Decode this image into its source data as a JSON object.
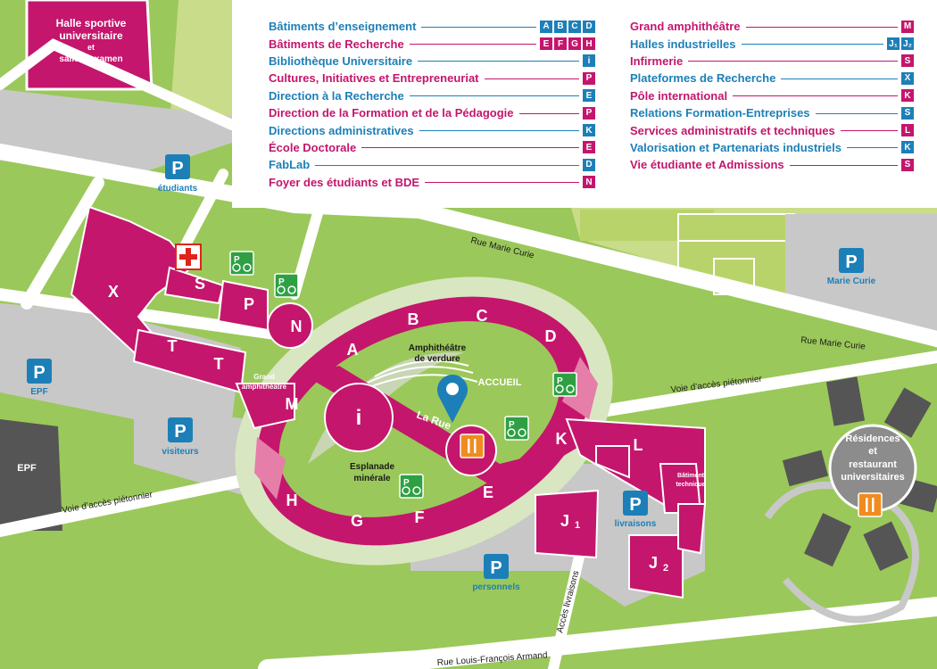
{
  "legend": {
    "left": [
      {
        "name": "Bâtiments d’enseignement",
        "codes": [
          "A",
          "B",
          "C",
          "D"
        ],
        "color": "blue"
      },
      {
        "name": "Bâtiments de Recherche",
        "codes": [
          "E",
          "F",
          "G",
          "H"
        ],
        "color": "pink"
      },
      {
        "name": "Bibliothèque Universitaire",
        "codes": [
          "i"
        ],
        "color": "blue"
      },
      {
        "name": "Cultures, Initiatives et Entrepreneuriat",
        "codes": [
          "P"
        ],
        "color": "pink"
      },
      {
        "name": "Direction à la Recherche",
        "codes": [
          "E"
        ],
        "color": "blue"
      },
      {
        "name": "Direction de la Formation et de la Pédagogie",
        "codes": [
          "P"
        ],
        "color": "pink"
      },
      {
        "name": "Directions administratives",
        "codes": [
          "K"
        ],
        "color": "blue"
      },
      {
        "name": "École Doctorale",
        "codes": [
          "E"
        ],
        "color": "pink"
      },
      {
        "name": "FabLab",
        "codes": [
          "D"
        ],
        "color": "blue"
      },
      {
        "name": "Foyer des étudiants et BDE",
        "codes": [
          "N"
        ],
        "color": "pink"
      }
    ],
    "right": [
      {
        "name": "Grand amphithéâtre",
        "codes": [
          "M"
        ],
        "color": "pink"
      },
      {
        "name": "Halles industrielles",
        "codes": [
          "J₁",
          "J₂"
        ],
        "color": "blue"
      },
      {
        "name": "Infirmerie",
        "codes": [
          "S"
        ],
        "color": "pink"
      },
      {
        "name": "Plateformes de Recherche",
        "codes": [
          "X"
        ],
        "color": "blue"
      },
      {
        "name": "Pôle international",
        "codes": [
          "K"
        ],
        "color": "pink"
      },
      {
        "name": "Relations Formation-Entreprises",
        "codes": [
          "S"
        ],
        "color": "blue"
      },
      {
        "name": "Services administratifs et techniques",
        "codes": [
          "L"
        ],
        "color": "pink"
      },
      {
        "name": "Valorisation et Partenariats industriels",
        "codes": [
          "K"
        ],
        "color": "blue"
      },
      {
        "name": "Vie étudiante et Admissions",
        "codes": [
          "S"
        ],
        "color": "pink"
      }
    ]
  },
  "colors": {
    "blue": "#1d7fb8",
    "pink": "#c4166c",
    "light_pink": "#e57ea8",
    "grass": "#9bc85a",
    "light_grass": "#c9dc8a",
    "road": "#ffffff",
    "lot": "#c8c8c8",
    "dark_lot": "#555555",
    "food": "#f08c1e",
    "bike": "#2ea043",
    "first_aid": "#e2231a"
  },
  "labels": {
    "halle_line1": "Halle sportive",
    "halle_line2": "universitaire",
    "halle_line3": "et",
    "halle_line4": "salle d’examen",
    "parking_etudiants": "étudiants",
    "parking_marie_curie": "Marie Curie",
    "parking_epf": "EPF",
    "parking_visiteurs": "visiteurs",
    "parking_livraisons": "livraisons",
    "parking_personnels": "personnels",
    "epf": "EPF",
    "rue_marie_curie_1": "Rue Marie Curie",
    "rue_marie_curie_2": "Rue Marie Curie",
    "voie_acces_1": "Voie d’accès piétonnier",
    "voie_acces_2": "Voie d’accès piétonnier",
    "acces_livraisons": "Accès livraisons",
    "rue_armand": "Rue Louis-François Armand",
    "amphi_verdure_1": "Amphithéâtre",
    "amphi_verdure_2": "de verdure",
    "accueil": "ACCUEIL",
    "la_rue": "La Rue",
    "esplanade_1": "Esplanade",
    "esplanade_2": "minérale",
    "grand_amphi_1": "Grand",
    "grand_amphi_2": "amphithéâtre",
    "batiment_tech_1": "Bâtiment",
    "batiment_tech_2": "technique",
    "residences_1": "Résidences",
    "residences_2": "et",
    "residences_3": "restaurant",
    "residences_4": "universitaires",
    "p_letter": "P"
  },
  "buildings": {
    "X": "X",
    "S": "S",
    "P": "P",
    "N": "N",
    "T1": "T",
    "T2": "T",
    "M": "M",
    "A": "A",
    "B": "B",
    "C": "C",
    "D": "D",
    "K": "K",
    "L": "L",
    "E": "E",
    "F": "F",
    "G": "G",
    "H": "H",
    "I": "i",
    "J1": "J",
    "J1sub": "1",
    "J2": "J",
    "J2sub": "2"
  }
}
